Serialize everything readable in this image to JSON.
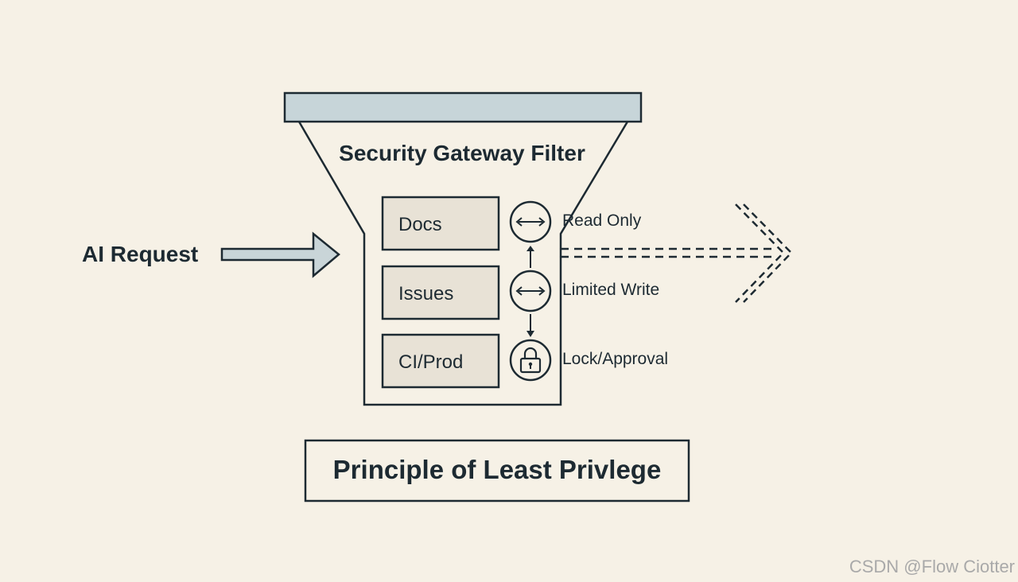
{
  "gateway": {
    "title": "Security Gateway Filter"
  },
  "request": {
    "label": "AI Request"
  },
  "resources": [
    {
      "name": "Docs",
      "access": "Read Only",
      "icon": "bidirectional-arrow-icon"
    },
    {
      "name": "Issues",
      "access": "Limited Write",
      "icon": "bidirectional-arrow-icon"
    },
    {
      "name": "CI/Prod",
      "access": "Lock/Approval",
      "icon": "padlock-icon"
    }
  ],
  "principle": {
    "label": "Principle of Least Privlege"
  },
  "watermark": {
    "text": "CSDN @Flow Ciotter"
  },
  "colors": {
    "background": "#f6f1e6",
    "ink": "#1d2a32",
    "arrow_fill": "#c9d5d8",
    "box_fill": "#e8e2d6",
    "bar_fill": "#c7d5d9"
  }
}
